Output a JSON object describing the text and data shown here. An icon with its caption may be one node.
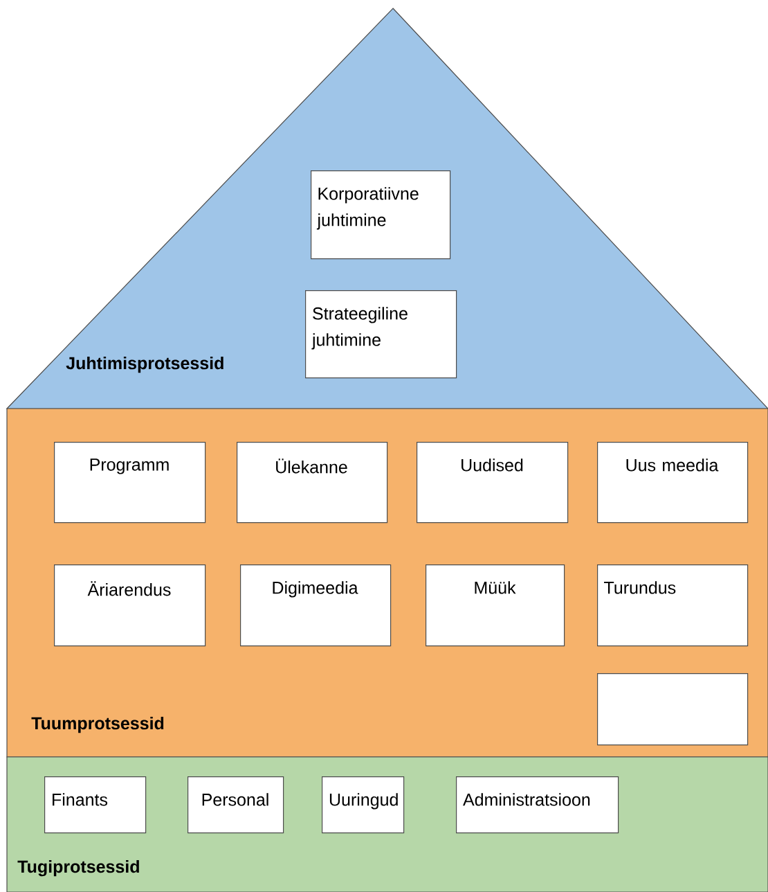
{
  "diagram": {
    "nodes": [
      {
        "text": [
          "Juhtimisprotsessid"
        ]
      },
      {
        "text": [
          "Korporatiivne juhtimine"
        ],
        "in": 0
      },
      {
        "text": [
          "Strateegiline juhtimine"
        ],
        "in": 0
      },
      {
        "text": [
          "Tuumprotsessid"
        ]
      },
      {
        "text": [
          "Programm"
        ],
        "in": 3
      },
      {
        "text": [
          "Ülekanne"
        ],
        "in": 3
      },
      {
        "text": [
          "Uudised"
        ],
        "in": 3
      },
      {
        "text": [
          "Uus meedia"
        ],
        "in": 3
      },
      {
        "text": [
          "Äriarendus"
        ],
        "in": 3
      },
      {
        "text": [
          "Digimeedia"
        ],
        "in": 3
      },
      {
        "text": [
          "Müük"
        ],
        "in": 3
      },
      {
        "text": [
          "Turundus"
        ],
        "in": 3
      },
      {
        "text": [],
        "shape": "box",
        "in": 3
      },
      {
        "text": [
          "Tugiprotsessid"
        ]
      },
      {
        "text": [
          "Finants"
        ],
        "in": 13
      },
      {
        "text": [
          "Personal"
        ],
        "in": 13
      },
      {
        "text": [
          "Uuringud"
        ],
        "in": 13
      },
      {
        "text": [
          "Administratsioon"
        ],
        "in": 13
      }
    ]
  }
}
